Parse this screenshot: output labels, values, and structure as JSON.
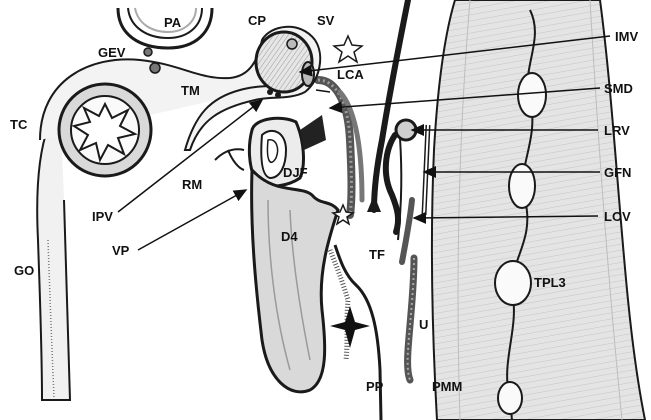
{
  "labels": {
    "pa": "PA",
    "cp": "CP",
    "sv": "SV",
    "imv": "IMV",
    "gev": "GEV",
    "lca": "LCA",
    "tm": "TM",
    "smd": "SMD",
    "tc": "TC",
    "lrv": "LRV",
    "djf": "DJF",
    "gfn": "GFN",
    "rm": "RM",
    "ipv": "IPV",
    "lov": "LOV",
    "vp": "VP",
    "d4": "D4",
    "tf": "TF",
    "go": "GO",
    "tpl3": "TPL3",
    "u": "U",
    "pp": "PP",
    "pmm": "PMM"
  },
  "colors": {
    "ink": "#1a1a1a",
    "organ_fill": "#d9d9d9",
    "light_fill": "#ececec",
    "psoas_fill": "#e2e2e2",
    "vessel_dark": "#555555",
    "background": "#ffffff"
  }
}
